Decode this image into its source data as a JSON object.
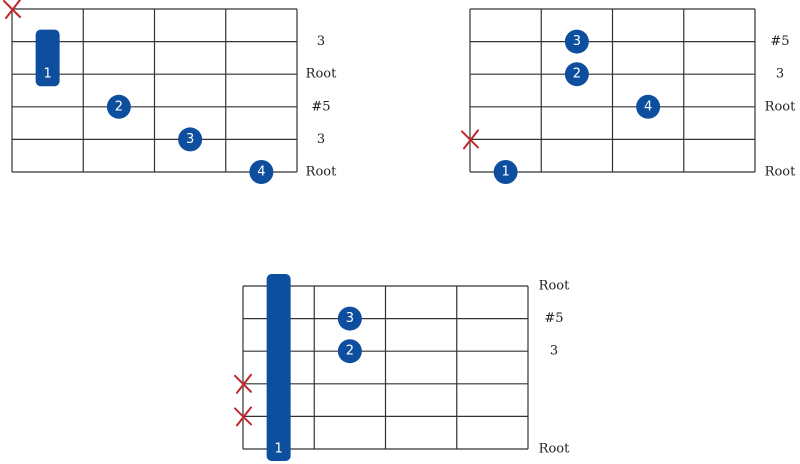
{
  "colors": {
    "dot": "#0d4f9e",
    "mute": "#c0282d",
    "grid": "#333333",
    "text": "#222222"
  },
  "icons": {
    "mute": "x-mark-icon"
  },
  "diagrams": [
    {
      "name": "chord-diagram-1",
      "fingers": [
        {
          "label": "1",
          "string_from": 1,
          "string_to": 2,
          "fret": 1,
          "barre": true
        },
        {
          "label": "2",
          "string": 3,
          "fret": 2
        },
        {
          "label": "3",
          "string": 4,
          "fret": 3
        },
        {
          "label": "4",
          "string": 5,
          "fret": 4
        }
      ],
      "muted_strings": [
        0
      ],
      "string_labels": [
        "",
        "3",
        "Root",
        "#5",
        "3",
        "Root"
      ]
    },
    {
      "name": "chord-diagram-2",
      "fingers": [
        {
          "label": "3",
          "string": 1,
          "fret": 2
        },
        {
          "label": "2",
          "string": 2,
          "fret": 2
        },
        {
          "label": "4",
          "string": 3,
          "fret": 3
        },
        {
          "label": "1",
          "string": 5,
          "fret": 1
        }
      ],
      "muted_strings": [
        4
      ],
      "string_labels": [
        "",
        "#5",
        "3",
        "Root",
        "",
        "Root"
      ]
    },
    {
      "name": "chord-diagram-3",
      "fingers": [
        {
          "label": "1",
          "string_from": 0,
          "string_to": 5,
          "fret": 1,
          "barre": true
        },
        {
          "label": "3",
          "string": 1,
          "fret": 2
        },
        {
          "label": "2",
          "string": 2,
          "fret": 2
        }
      ],
      "muted_strings": [
        3,
        4
      ],
      "string_labels": [
        "Root",
        "#5",
        "3",
        "",
        "",
        "Root"
      ]
    }
  ]
}
